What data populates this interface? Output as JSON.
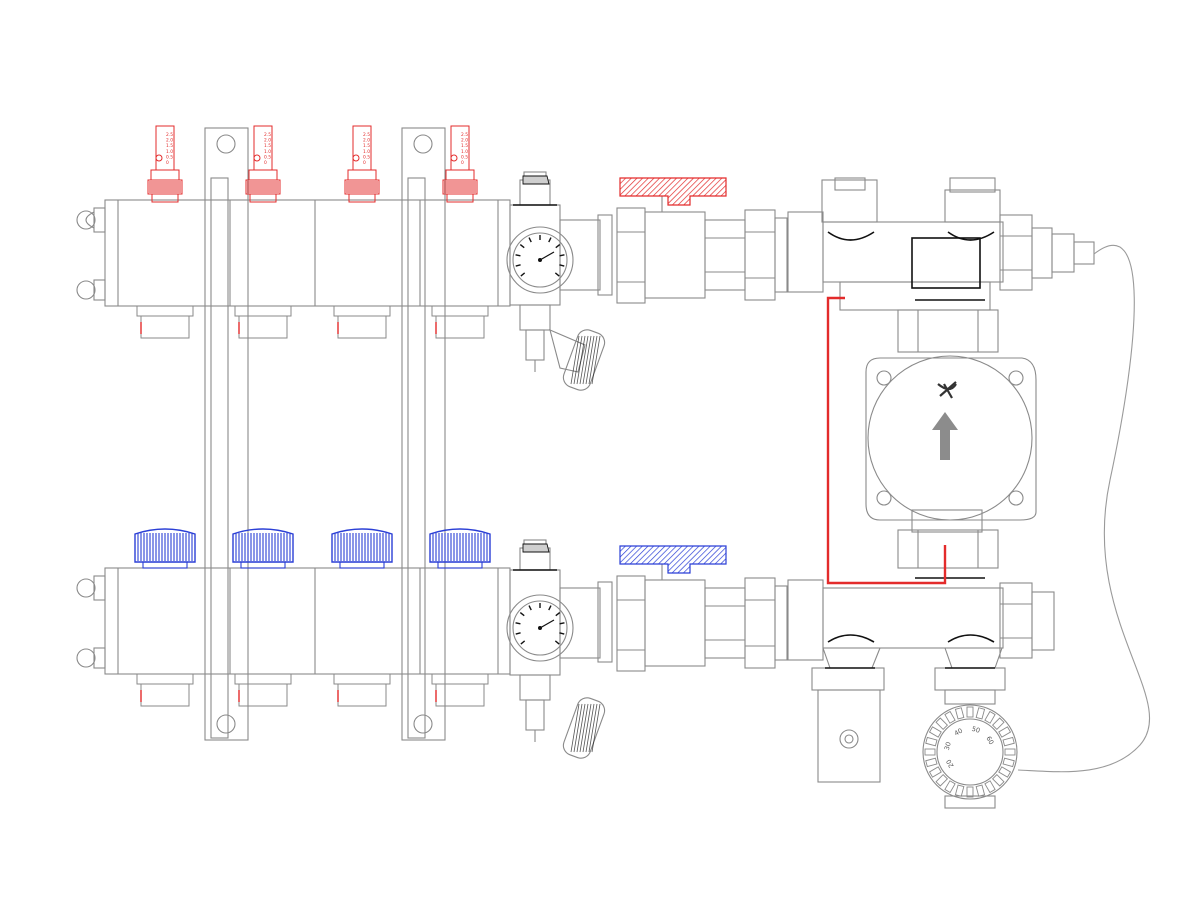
{
  "colors": {
    "outline": "#8a8a8a",
    "dark": "#111111",
    "supply_red": "#e32b2b",
    "return_blue": "#2b3fd6",
    "pump_arrow": "#8c8c8c",
    "capillary": "#9a9a9a"
  },
  "flowmeters": {
    "count": 4,
    "scale": [
      "0",
      "0.5",
      "1.0",
      "1.5",
      "2.0",
      "2.5"
    ]
  },
  "return_caps": {
    "count": 4
  },
  "thermostat": {
    "dial_labels": [
      "20",
      "30",
      "40",
      "50",
      "60"
    ]
  },
  "icons": {
    "pump_logo": "grundfos-logo-icon",
    "pump_arrow": "flow-direction-arrow-icon",
    "gauge": "pressure-gauge-icon"
  }
}
